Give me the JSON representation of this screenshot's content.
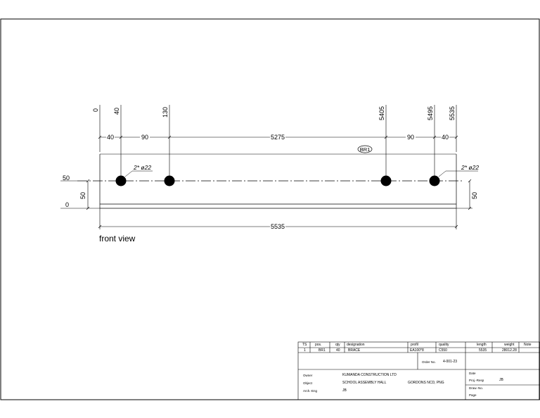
{
  "drawing": {
    "top_dimensions": [
      "0",
      "40",
      "130",
      "5405",
      "5495",
      "5535"
    ],
    "chain_dimensions": [
      "40",
      "90",
      "5275",
      "90",
      "40"
    ],
    "part_tag": "BR1",
    "hole_note_left": "2* ø22",
    "hole_note_right": "2* ø22",
    "left_levels": [
      "50",
      "0"
    ],
    "left_height": "50",
    "right_height": "50",
    "overall_length": "5535",
    "view_label": "front view"
  },
  "title_block": {
    "headers": [
      "TS",
      "pos.",
      "qty",
      "designation",
      "profil",
      "quality",
      "length",
      "weight",
      "Note"
    ],
    "row": [
      "1",
      "BR1",
      "40",
      "BRACE",
      "EA100*8",
      "C550",
      "5535",
      "28012.28",
      ""
    ],
    "order_no_label": "Order No.",
    "order_no": "4-001-23",
    "owner_label": "Owner",
    "owner": "KUMANDA CONSTRUCTION LTD",
    "object_label": "Object",
    "object": "SCHOOL ASSEMBLY HALL",
    "location": "GORDONS NCD, PNG",
    "arch_label": "Arch.-Eng",
    "arch": "JB",
    "date_label": "Date",
    "proj_label": "Proj.-Resp",
    "proj": "JB",
    "draw_label": "Draw.-No.",
    "page_label": "Page"
  }
}
